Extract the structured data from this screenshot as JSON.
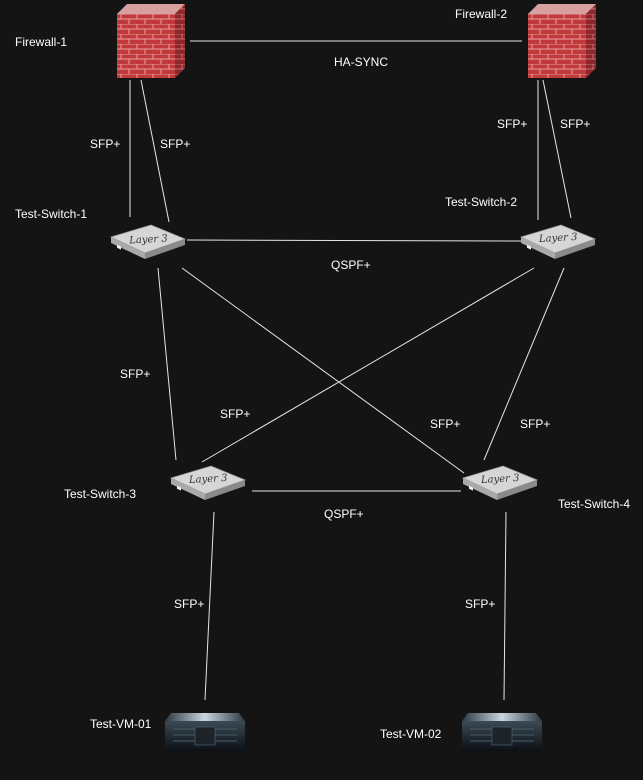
{
  "nodes": {
    "firewall_1": "Firewall-1",
    "firewall_2": "Firewall-2",
    "switch_1": "Test-Switch-1",
    "switch_2": "Test-Switch-2",
    "switch_3": "Test-Switch-3",
    "switch_4": "Test-Switch-4",
    "vm_1": "Test-VM-01",
    "vm_2": "Test-VM-02",
    "switch_icon_text": "Layer 3"
  },
  "links": {
    "fw1_fw2": "HA-SYNC",
    "fw1_sw1_a": "SFP+",
    "fw1_sw1_b": "SFP+",
    "fw2_sw2_a": "SFP+",
    "fw2_sw2_b": "SFP+",
    "sw1_sw2": "QSPF+",
    "sw1_sw3": "SFP+",
    "sw2_sw3": "SFP+",
    "sw1_sw4": "SFP+",
    "sw2_sw4": "SFP+",
    "sw3_sw4": "QSPF+",
    "sw3_vm1": "SFP+",
    "sw4_vm2": "SFP+"
  },
  "colors": {
    "background": "#141414",
    "link": "#e6e6e6",
    "label": "#ffffff",
    "brick": "#c0393b",
    "switch_body": "#c9c9c9"
  },
  "icons": {
    "firewall": "brick-firewall-icon",
    "switch": "layer3-switch-icon",
    "server": "server-icon"
  }
}
